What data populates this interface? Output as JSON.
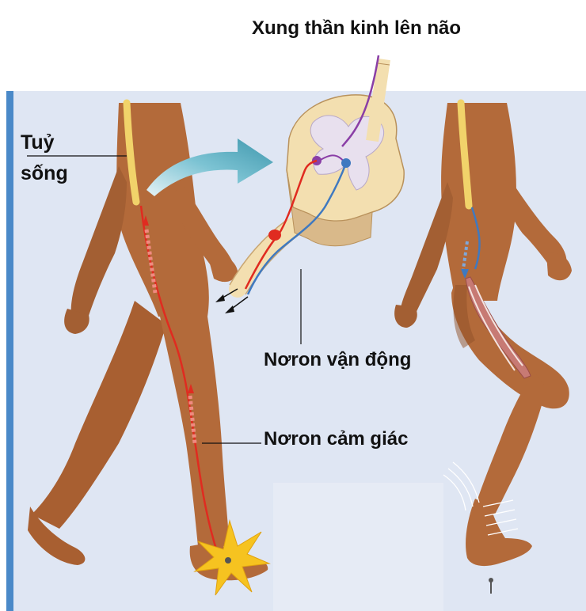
{
  "labels": {
    "brain_signal": "Xung thần kinh lên não",
    "spinal_cord_line1": "Tuỷ",
    "spinal_cord_line2": "sống",
    "motor_neuron": "Nơron vận động",
    "sensory_neuron": "Nơron cảm giác"
  },
  "colors": {
    "panel_background": "#dfe6f3",
    "side_bar": "#4a89c8",
    "skin": "#b36a3a",
    "skin_shadow": "#8f5028",
    "spinal_cord": "#f1d36a",
    "sensory_path": "#e02b20",
    "motor_path": "#3f79c0",
    "interneuron": "#8a3ea6",
    "arrow": "#4fa9bd",
    "pain_star": "#f6c320",
    "cord_cross_section": "#f3dfb0",
    "gray_matter": "#e8e0ee"
  }
}
